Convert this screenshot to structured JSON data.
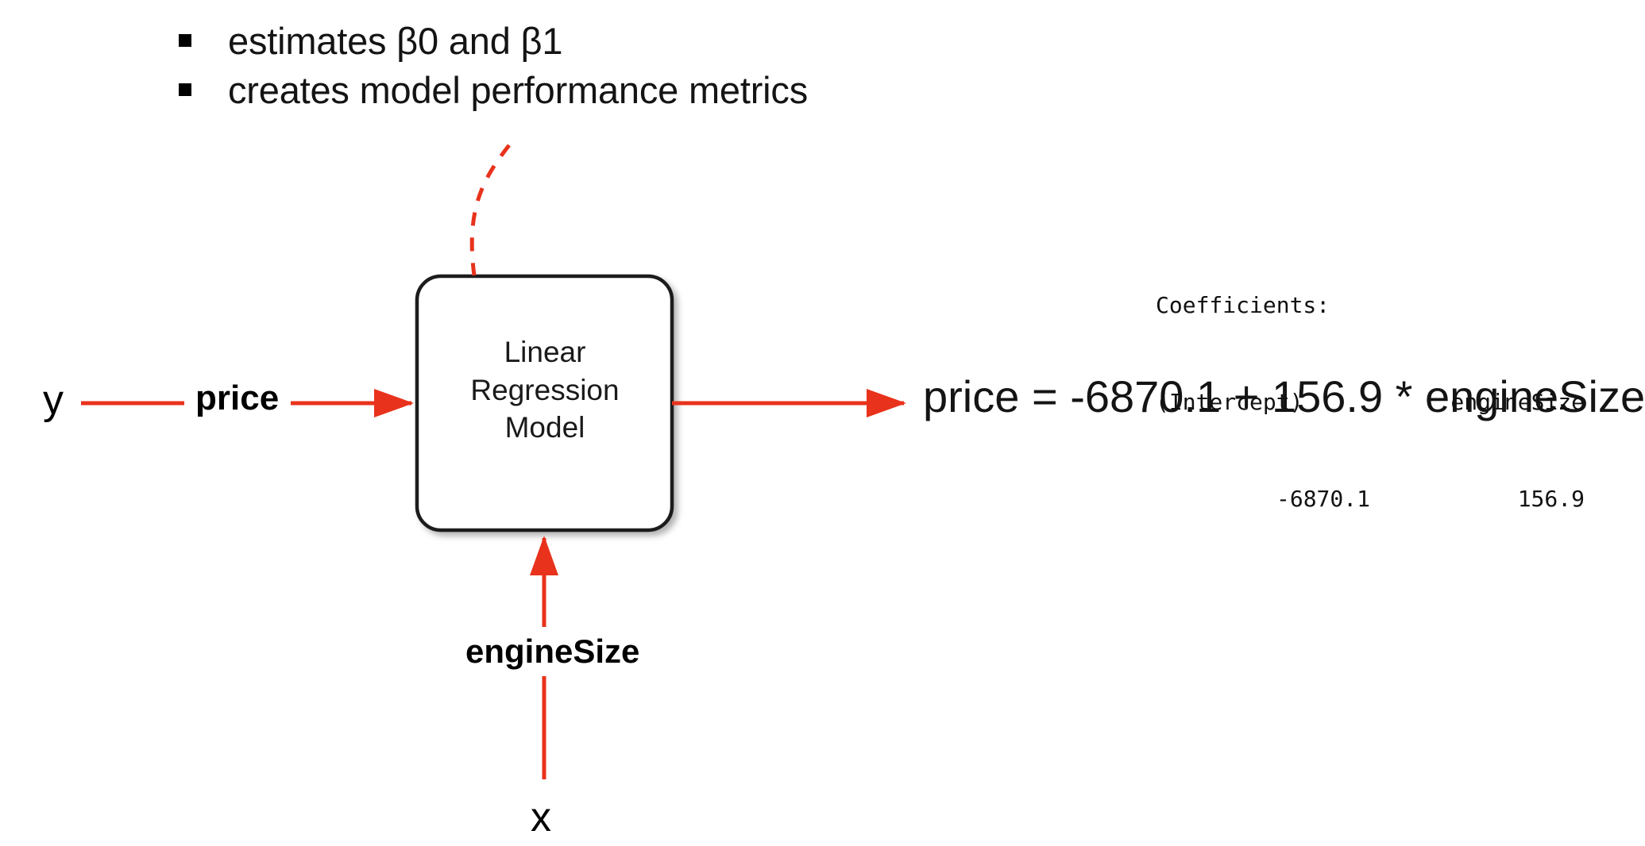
{
  "bullets": [
    {
      "marker": "square-bullet",
      "text": "estimates β0 and β1"
    },
    {
      "marker": "square-bullet",
      "text": "creates model performance metrics"
    }
  ],
  "diagram": {
    "model_box": {
      "line1": "Linear",
      "line2": "Regression",
      "line3": "Model"
    },
    "response_symbol": "y",
    "response_variable": "price",
    "predictor_symbol": "x",
    "predictor_variable": "engineSize",
    "output_equation": "price = -6870.1 + 156.9 * engineSize"
  },
  "coefficients": {
    "title": "Coefficients:",
    "header_left": "(Intercept)",
    "header_right": "engineSize",
    "value_left": "-6870.1",
    "value_right": "156.9"
  },
  "colors": {
    "arrow_red": "#E8321B",
    "box_border": "#1a1a1a",
    "text_black": "#141414",
    "background": "#ffffff"
  }
}
